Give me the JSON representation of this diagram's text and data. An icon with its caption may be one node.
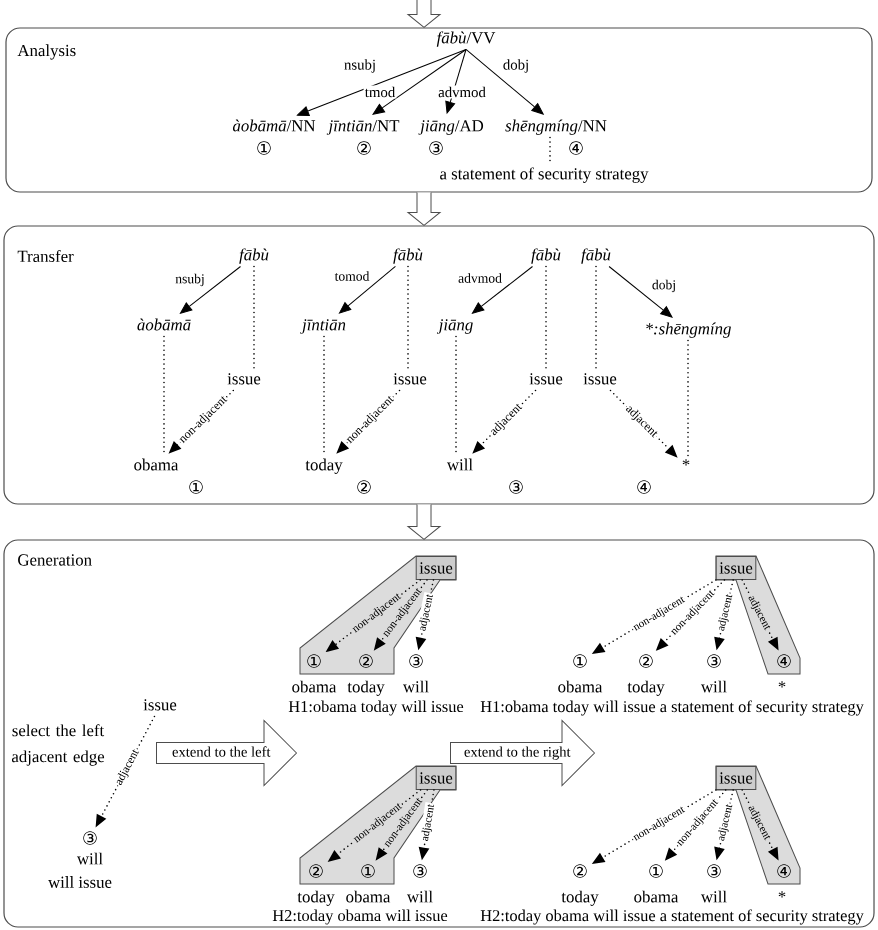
{
  "diagram": {
    "nodes": [
      {
        "text": [
          "Analysis"
        ]
      },
      {
        "text": [
          "*fābù*/VV"
        ],
        "in": 0
      },
      {
        "text": [
          "*àobāmā*/NN"
        ],
        "in": 0,
        "beside": [
          "①"
        ]
      },
      {
        "text": [
          "*jīntiān*/NT"
        ],
        "in": 0,
        "beside": [
          "②"
        ]
      },
      {
        "text": [
          "*jiāng*/AD"
        ],
        "in": 0,
        "beside": [
          "③"
        ]
      },
      {
        "text": [
          "*shēngmíng*/NN"
        ],
        "in": 0,
        "beside": [
          "④"
        ]
      },
      {
        "text": [
          "a statement of security strategy"
        ],
        "in": 0
      },
      {
        "text": [
          "Transfer"
        ]
      },
      {
        "text": [
          "fābù"
        ],
        "in": 7
      },
      {
        "text": [
          "àobāmā"
        ],
        "in": 7
      },
      {
        "text": [
          "issue"
        ],
        "in": 7
      },
      {
        "text": [
          "obama"
        ],
        "in": 7,
        "beside": [
          "①"
        ]
      },
      {
        "text": [
          "fābù"
        ],
        "in": 7
      },
      {
        "text": [
          "jīntiān"
        ],
        "in": 7
      },
      {
        "text": [
          "issue"
        ],
        "in": 7
      },
      {
        "text": [
          "today"
        ],
        "in": 7,
        "beside": [
          "②"
        ]
      },
      {
        "text": [
          "fābù"
        ],
        "in": 7
      },
      {
        "text": [
          "jiāng"
        ],
        "in": 7
      },
      {
        "text": [
          "issue"
        ],
        "in": 7
      },
      {
        "text": [
          "will"
        ],
        "in": 7,
        "beside": [
          "③"
        ]
      },
      {
        "text": [
          "fābù"
        ],
        "in": 7
      },
      {
        "text": [
          "*:shēngmíng"
        ],
        "in": 7
      },
      {
        "text": [
          "issue"
        ],
        "in": 7
      },
      {
        "text": [
          "*"
        ],
        "in": 7,
        "beside": [
          "④"
        ]
      },
      {
        "text": [
          "Generation"
        ]
      },
      {
        "text": [
          "issue"
        ],
        "in": 24
      },
      {
        "text": [
          "③"
        ],
        "in": 24,
        "beside": [
          "will"
        ]
      },
      {
        "text": [
          "extend to the left"
        ],
        "in": 24
      },
      {
        "text": [
          "extend to the right"
        ],
        "in": 24
      },
      {
        "text": [],
        "shape": "polygon",
        "in": 24
      },
      {
        "text": [
          "issue"
        ],
        "in": 29
      },
      {
        "text": [
          "①"
        ],
        "in": 29,
        "beside": [
          "obama"
        ]
      },
      {
        "text": [
          "②"
        ],
        "in": 29,
        "beside": [
          "today"
        ]
      },
      {
        "text": [
          "③"
        ],
        "in": 24,
        "beside": [
          "will"
        ]
      },
      {
        "text": [],
        "shape": "polygon",
        "in": 24
      },
      {
        "text": [
          "issue"
        ],
        "in": 34
      },
      {
        "text": [
          "②"
        ],
        "in": 34,
        "beside": [
          "today"
        ]
      },
      {
        "text": [
          "①"
        ],
        "in": 34,
        "beside": [
          "obama"
        ]
      },
      {
        "text": [
          "③"
        ],
        "in": 24,
        "beside": [
          "will"
        ]
      },
      {
        "text": [],
        "shape": "polygon",
        "in": 24
      },
      {
        "text": [
          "issue"
        ],
        "in": 39
      },
      {
        "text": [
          "①"
        ],
        "in": 24,
        "beside": [
          "obama"
        ]
      },
      {
        "text": [
          "②"
        ],
        "in": 24,
        "beside": [
          "today"
        ]
      },
      {
        "text": [
          "③"
        ],
        "in": 24,
        "beside": [
          "will"
        ]
      },
      {
        "text": [
          "④"
        ],
        "in": 39,
        "beside": [
          "*"
        ]
      },
      {
        "text": [],
        "shape": "polygon",
        "in": 24
      },
      {
        "text": [
          "issue"
        ],
        "in": 45
      },
      {
        "text": [
          "②"
        ],
        "in": 24,
        "beside": [
          "today"
        ]
      },
      {
        "text": [
          "①"
        ],
        "in": 24,
        "beside": [
          "obama"
        ]
      },
      {
        "text": [
          "③"
        ],
        "in": 24,
        "beside": [
          "will"
        ]
      },
      {
        "text": [
          "④"
        ],
        "in": 45,
        "beside": [
          "*"
        ]
      }
    ],
    "edges": [
      {
        "from": null,
        "to": 0,
        "arrow": "to"
      },
      {
        "from": 0,
        "to": 7,
        "arrow": "to"
      },
      {
        "from": 7,
        "to": 24,
        "arrow": "to"
      },
      {
        "from": 1,
        "to": 2,
        "arrow": "to",
        "label": "nsubj"
      },
      {
        "from": 1,
        "to": 3,
        "arrow": "to",
        "label": "tmod"
      },
      {
        "from": 1,
        "to": 4,
        "arrow": "to",
        "label": "advmod"
      },
      {
        "from": 1,
        "to": 5,
        "arrow": "to",
        "label": "dobj"
      },
      {
        "from": 5,
        "to": 6,
        "arrow": "none",
        "style": "dashed"
      },
      {
        "from": 8,
        "to": 9,
        "arrow": "to",
        "label": "nsubj"
      },
      {
        "from": 8,
        "to": 10,
        "arrow": "none",
        "style": "dashed"
      },
      {
        "from": 9,
        "to": 11,
        "arrow": "none",
        "style": "dashed"
      },
      {
        "from": 10,
        "to": 11,
        "arrow": "to",
        "style": "dashed",
        "label": "non-adjacent"
      },
      {
        "from": 12,
        "to": 13,
        "arrow": "to",
        "label": "tomod"
      },
      {
        "from": 12,
        "to": 14,
        "arrow": "none",
        "style": "dashed"
      },
      {
        "from": 13,
        "to": 15,
        "arrow": "none",
        "style": "dashed"
      },
      {
        "from": 14,
        "to": 15,
        "arrow": "to",
        "style": "dashed",
        "label": "non-adjacent"
      },
      {
        "from": 16,
        "to": 17,
        "arrow": "to",
        "label": "advmod"
      },
      {
        "from": 16,
        "to": 18,
        "arrow": "none",
        "style": "dashed"
      },
      {
        "from": 17,
        "to": 19,
        "arrow": "none",
        "style": "dashed"
      },
      {
        "from": 18,
        "to": 19,
        "arrow": "to",
        "style": "dashed",
        "label": "adjacent"
      },
      {
        "from": 20,
        "to": 21,
        "arrow": "to",
        "label": "dobj"
      },
      {
        "from": 20,
        "to": 22,
        "arrow": "none",
        "style": "dashed"
      },
      {
        "from": 21,
        "to": 23,
        "arrow": "none",
        "style": "dashed"
      },
      {
        "from": 22,
        "to": 23,
        "arrow": "to",
        "style": "dashed",
        "label": "adjacent"
      },
      {
        "from": 25,
        "to": 26,
        "arrow": "to",
        "style": "dashed",
        "label": "adjacent"
      },
      {
        "from": 30,
        "to": 31,
        "arrow": "to",
        "style": "dashed",
        "label": "non-adjacent"
      },
      {
        "from": 30,
        "to": 32,
        "arrow": "to",
        "style": "dashed",
        "label": "non-adjacent"
      },
      {
        "from": 30,
        "to": 33,
        "arrow": "to",
        "style": "dashed",
        "label": "adjacent"
      },
      {
        "from": 35,
        "to": 36,
        "arrow": "to",
        "style": "dashed",
        "label": "non-adjacent"
      },
      {
        "from": 35,
        "to": 37,
        "arrow": "to",
        "style": "dashed",
        "label": "non-adjacent"
      },
      {
        "from": 35,
        "to": 38,
        "arrow": "to",
        "style": "dashed",
        "label": "adjacent"
      },
      {
        "from": 40,
        "to": 41,
        "arrow": "to",
        "style": "dashed",
        "label": "non-adjacent"
      },
      {
        "from": 40,
        "to": 42,
        "arrow": "to",
        "style": "dashed",
        "label": "non-adjacent"
      },
      {
        "from": 40,
        "to": 43,
        "arrow": "to",
        "style": "dashed",
        "label": "adjacent"
      },
      {
        "from": 40,
        "to": 44,
        "arrow": "to",
        "style": "dashed",
        "label": "adjacent"
      },
      {
        "from": 46,
        "to": 47,
        "arrow": "to",
        "style": "dashed",
        "label": "non-adjacent"
      },
      {
        "from": 46,
        "to": 48,
        "arrow": "to",
        "style": "dashed",
        "label": "non-adjacent"
      },
      {
        "from": 46,
        "to": 49,
        "arrow": "to",
        "style": "dashed",
        "label": "adjacent"
      },
      {
        "from": 46,
        "to": 50,
        "arrow": "to",
        "style": "dashed",
        "label": "adjacent"
      }
    ],
    "labels": [
      "H1:obama today will issue",
      "H1:obama today will issue a statement of security strategy",
      "select the left adjacent edge",
      "will issue",
      "H2:today obama will issue",
      "H2:today obama will issue a statement of security strategy"
    ]
  }
}
